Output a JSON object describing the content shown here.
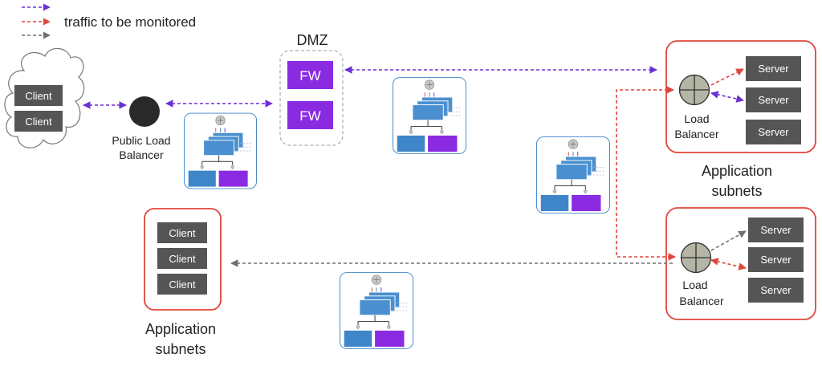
{
  "legend": {
    "items": [
      {
        "color": "#6b2fd6",
        "label": ""
      },
      {
        "color": "#e0453a",
        "label": "traffic to be monitored"
      },
      {
        "color": "#707070",
        "label": ""
      }
    ]
  },
  "dmz": {
    "title": "DMZ",
    "firewalls": [
      "FW",
      "FW"
    ]
  },
  "cloud": {
    "clients": [
      "Client",
      "Client"
    ]
  },
  "public_lb": {
    "label_line1": "Public Load",
    "label_line2": "Balancer"
  },
  "top_app": {
    "lb_line1": "Load",
    "lb_line2": "Balancer",
    "servers": [
      "Server",
      "Server",
      "Server"
    ],
    "caption_line1": "Application",
    "caption_line2": "subnets"
  },
  "bottom_app": {
    "lb_line1": "Load",
    "lb_line2": "Balancer",
    "servers": [
      "Server",
      "Server",
      "Server"
    ]
  },
  "client_box": {
    "clients": [
      "Client",
      "Client",
      "Client"
    ],
    "caption_line1": "Application",
    "caption_line2": "subnets"
  },
  "colors": {
    "purple": "#6b2fd6",
    "red": "#e0453a",
    "gray": "#707070",
    "fw_purple": "#8a2be2",
    "dark_box": "#555555",
    "group_red": "#e0453a",
    "monitor_blue": "#3f86c8"
  }
}
